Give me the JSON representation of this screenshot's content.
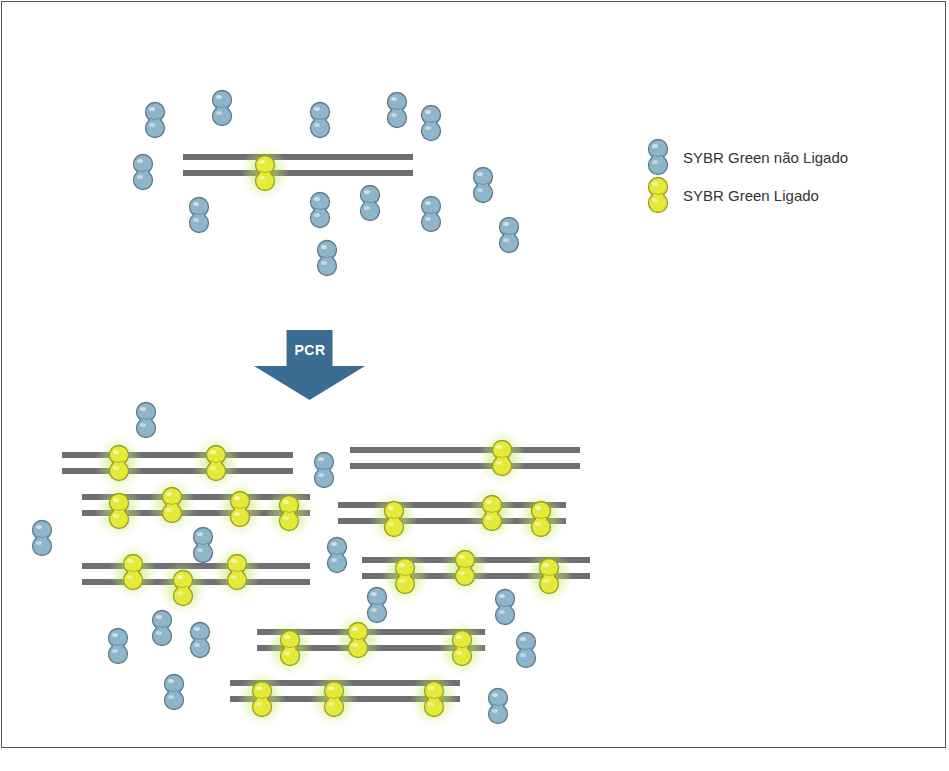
{
  "diagram": {
    "nodes": [
      {
        "text": [
          "PCR"
        ]
      }
    ],
    "legend": [
      {
        "text": "SYBR Green não Ligado",
        "color": "#8fb5ca"
      },
      {
        "text": "SYBR Green Ligado",
        "color": "#e5ea3a"
      }
    ]
  }
}
